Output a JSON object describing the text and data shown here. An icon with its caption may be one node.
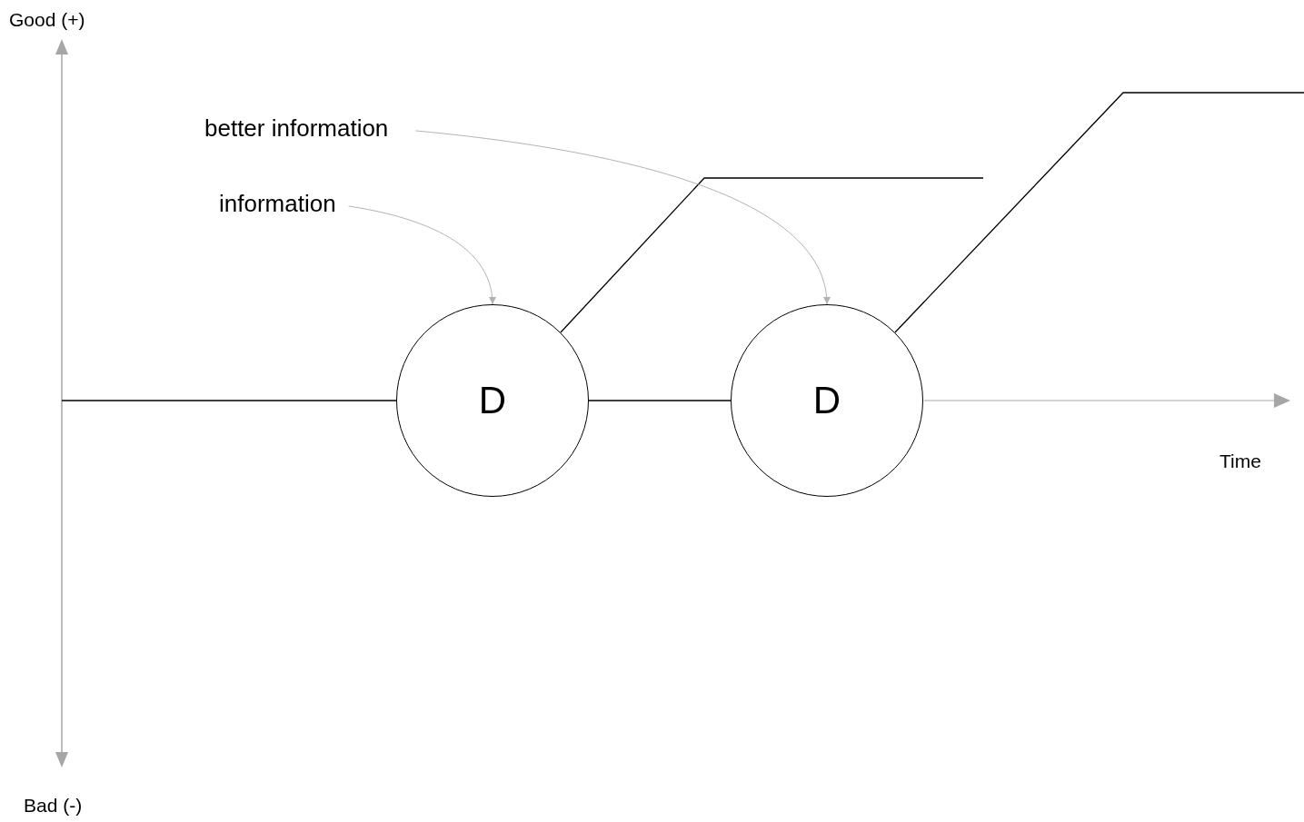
{
  "diagram": {
    "nodes": [
      {
        "text": [
          "better information"
        ]
      },
      {
        "text": [
          "information"
        ]
      },
      {
        "text": [
          "D"
        ]
      },
      {
        "text": [
          "D"
        ]
      }
    ],
    "edges": [
      {
        "from": null,
        "to": 2,
        "arrow": "none"
      },
      {
        "from": 2,
        "to": 3,
        "arrow": "none"
      },
      {
        "from": 2,
        "to": null,
        "arrow": "none"
      },
      {
        "from": 3,
        "to": null,
        "arrow": "none"
      },
      {
        "from": 1,
        "to": 2,
        "arrow": "to",
        "color": "#b3b3b3"
      },
      {
        "from": 0,
        "to": 3,
        "arrow": "to",
        "color": "#b3b3b3"
      }
    ],
    "labels": [
      "Good (+)",
      "Time",
      "Bad (-)"
    ]
  }
}
